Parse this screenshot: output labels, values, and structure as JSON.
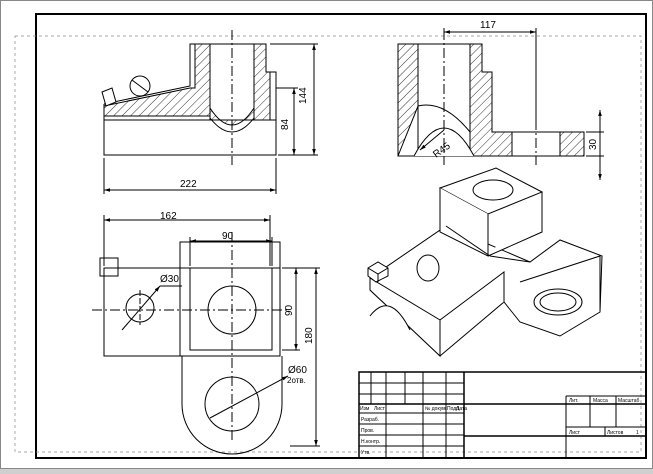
{
  "drawing": {
    "dimensions": {
      "d117": "117",
      "d144": "144",
      "d84": "84",
      "d222": "222",
      "d30_right": "30",
      "r45": "R45",
      "d162": "162",
      "d90_top": "90",
      "d90_side": "90",
      "d180": "180",
      "dia30": "Ø30",
      "dia60": "Ø60",
      "holes_note": "2отв."
    },
    "title_block": {
      "row_labels": [
        "Изм",
        "Лист",
        "№ докум.",
        "Подп.",
        "Дата"
      ],
      "razrab": "Разраб.",
      "prov": "Пров.",
      "n_kontr": "Н.контр.",
      "utv": "Утв.",
      "lit": "Лит.",
      "massa": "Масса",
      "masshtab": "Масштаб",
      "list": "Лист",
      "listov": "Листов",
      "list_num": "1"
    }
  }
}
